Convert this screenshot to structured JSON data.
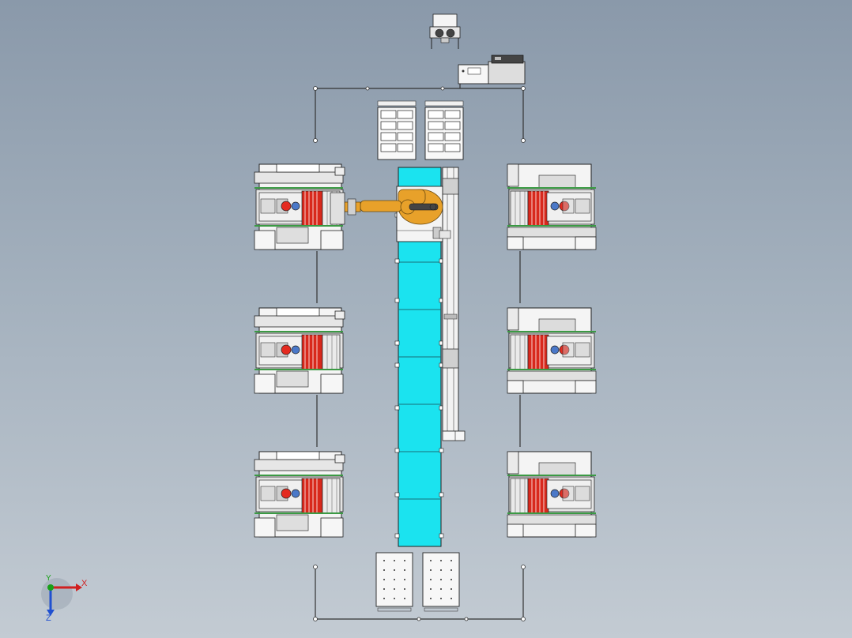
{
  "scene": {
    "background_top": "#8a99aa",
    "background_bottom": "#c3cbd3",
    "conveyor_color": "#1be3ef",
    "robot_color": "#e8a12a",
    "red_part_color": "#d8281c",
    "machine_body_color": "#f2f2f2",
    "outline_color": "#222222"
  },
  "triad": {
    "x_label": "X",
    "y_label": "Y",
    "z_label": "Z",
    "x_color": "#d02020",
    "y_color": "#18a018",
    "z_color": "#2050d0"
  },
  "machines": {
    "left_count": 3,
    "right_count": 3
  },
  "conveyor": {
    "segments": 7
  },
  "icons": [
    "coordinate-triad-icon",
    "gripper-icon",
    "robot-arm-icon"
  ]
}
